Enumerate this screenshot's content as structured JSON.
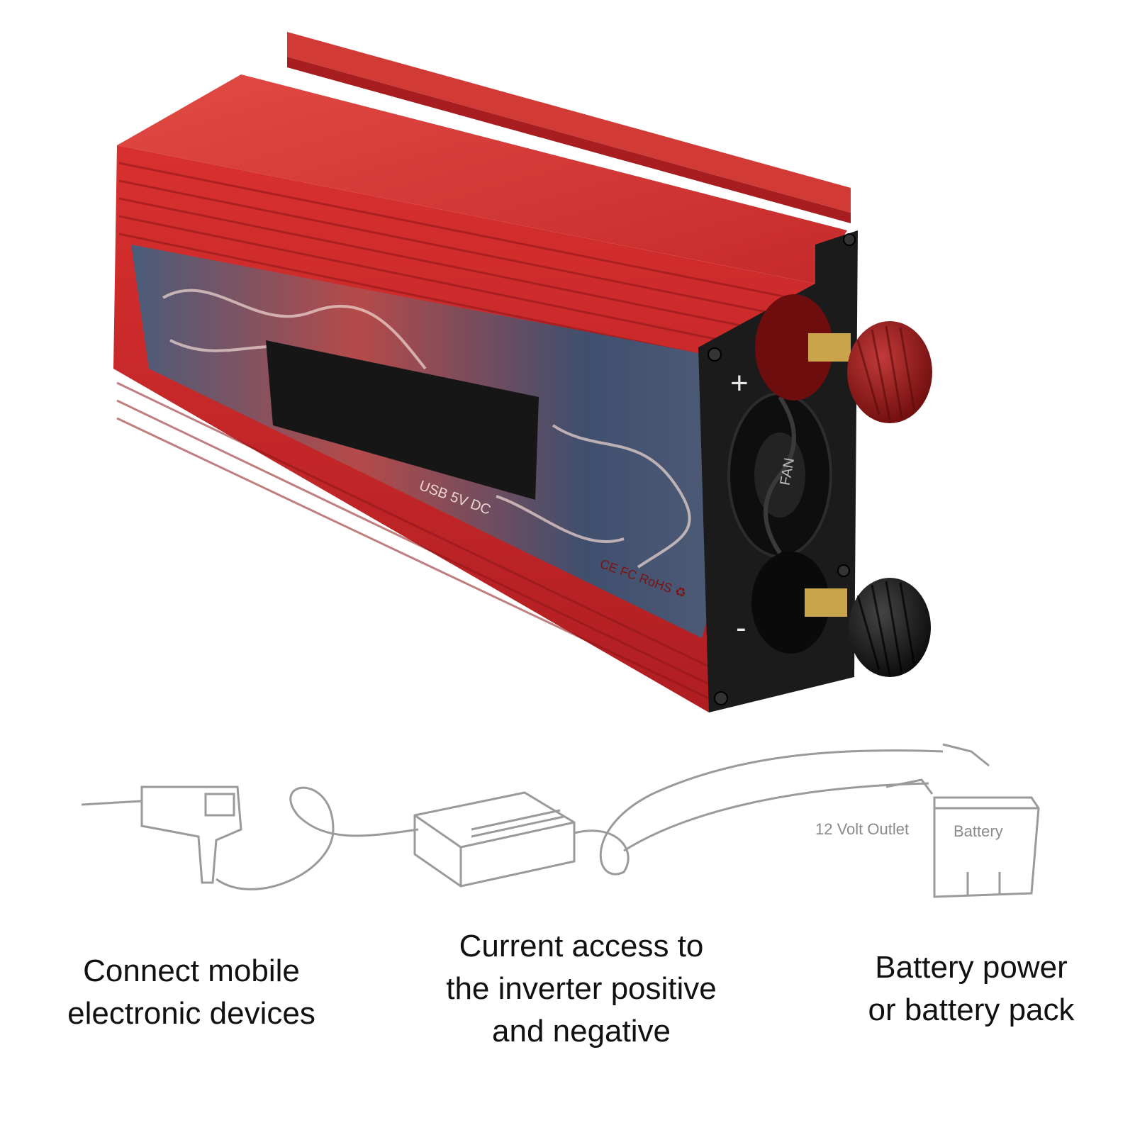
{
  "product": {
    "terminal_positive": "+",
    "terminal_negative": "-",
    "fan_label": "FAN",
    "panel_text_usb": "USB 5V DC",
    "panel_text_cert": "CE FC RoHS ♻"
  },
  "diagram": {
    "outlet_label": "12 Volt Outlet",
    "battery_label": "Battery"
  },
  "captions": {
    "left": [
      "Connect mobile",
      "electronic devices"
    ],
    "middle": [
      "Current access to",
      "the inverter positive",
      "and negative"
    ],
    "right": [
      "Battery power",
      "or battery pack"
    ]
  },
  "colors": {
    "housing_red": "#c8262a",
    "end_cap_black": "#1a1a1a",
    "positive_knob": "#8e1414",
    "negative_knob": "#151515",
    "sketch_gray": "#9a9a9a"
  }
}
